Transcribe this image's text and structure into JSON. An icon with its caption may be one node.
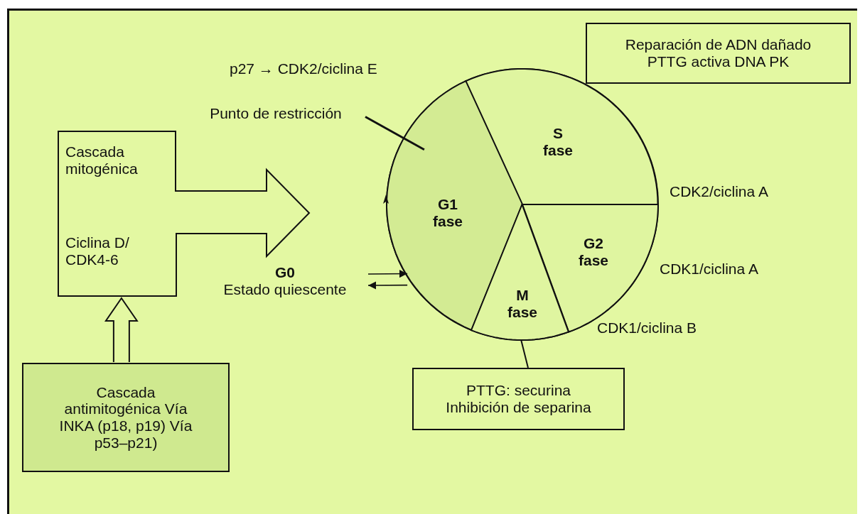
{
  "diagram": {
    "nodes": [
      {
        "text": [
          "Cascada mitogénica",
          "Ciclina D/ CDK4-6"
        ]
      },
      {
        "text": [],
        "shape": "circle"
      },
      {
        "text": [
          "S fase"
        ],
        "in": 1
      },
      {
        "text": [
          "G1 fase"
        ],
        "in": 1
      },
      {
        "text": [
          "G2 fase"
        ],
        "in": 1
      },
      {
        "text": [
          "M fase"
        ],
        "in": 1
      },
      {
        "text": [
          "Reparación de ADN dañado PTTG activa DNA PK"
        ]
      },
      {
        "text": [
          "Cascada antimitogénica Vía INKA (p18, p19) Vía p53–p21)"
        ]
      },
      {
        "text": [
          "PTTG: securina Inhibición de separina"
        ]
      },
      {
        "text": [
          "Punto de restricción"
        ]
      },
      {
        "text": [
          "G0",
          "Estado quiescente"
        ]
      }
    ],
    "edges": [
      {
        "from": 7,
        "to": 0,
        "arrow": "to",
        "style": "thick"
      },
      {
        "from": 9,
        "to": 3,
        "arrow": "none"
      },
      {
        "from": 10,
        "to": 3,
        "arrow": "to"
      },
      {
        "from": 3,
        "to": 10,
        "arrow": "to"
      },
      {
        "from": 8,
        "to": 5,
        "arrow": "none"
      }
    ],
    "labels": [
      "p27 → CDK2/ciclina E",
      "CDK2/ciclina A",
      "CDK1/ciclina A",
      "CDK1/ciclina B"
    ]
  }
}
